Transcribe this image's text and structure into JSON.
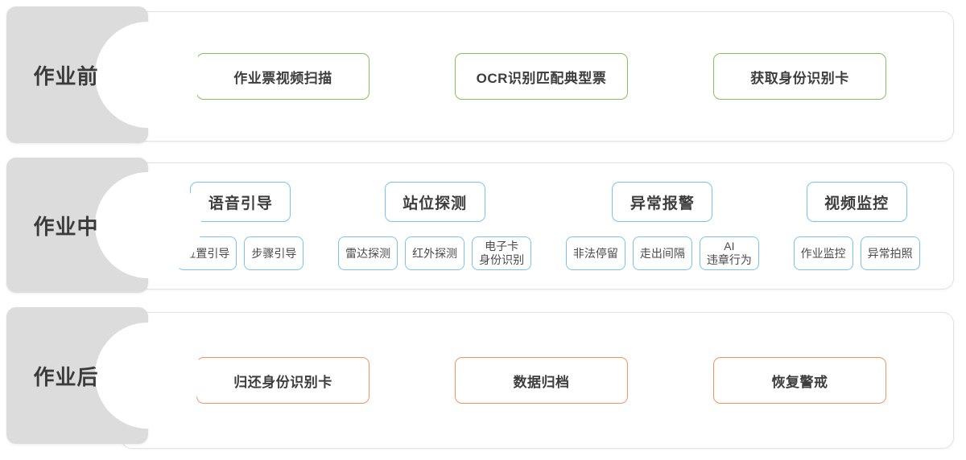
{
  "colors": {
    "green": "#84c05c",
    "blue": "#79c4ef",
    "orange": "#f0955f",
    "tab_background": "#dcdcdc",
    "text": "#3b3b3b",
    "panel_border": "#e2e2e2"
  },
  "rows": [
    {
      "label": "作业前",
      "accent": "green",
      "items": [
        {
          "text": "作业票视频扫描"
        },
        {
          "text": "OCR识别匹配典型票"
        },
        {
          "text": "获取身份识别卡"
        }
      ]
    },
    {
      "label": "作业中",
      "accent": "blue",
      "groups": [
        {
          "head": "语音引导",
          "subs": [
            {
              "l1": "位置引导",
              "l2": ""
            },
            {
              "l1": "步骤引导",
              "l2": ""
            }
          ]
        },
        {
          "head": "站位探测",
          "subs": [
            {
              "l1": "雷达探测",
              "l2": ""
            },
            {
              "l1": "红外探测",
              "l2": ""
            },
            {
              "l1": "电子卡",
              "l2": "身份识别"
            }
          ]
        },
        {
          "head": "异常报警",
          "subs": [
            {
              "l1": "非法停留",
              "l2": ""
            },
            {
              "l1": "走出间隔",
              "l2": ""
            },
            {
              "l1": "AI",
              "l2": "违章行为"
            }
          ]
        },
        {
          "head": "视频监控",
          "subs": [
            {
              "l1": "作业监控",
              "l2": ""
            },
            {
              "l1": "异常拍照",
              "l2": ""
            }
          ]
        }
      ]
    },
    {
      "label": "作业后",
      "accent": "orange",
      "items": [
        {
          "text": "归还身份识别卡"
        },
        {
          "text": "数据归档"
        },
        {
          "text": "恢复警戒"
        }
      ]
    }
  ]
}
